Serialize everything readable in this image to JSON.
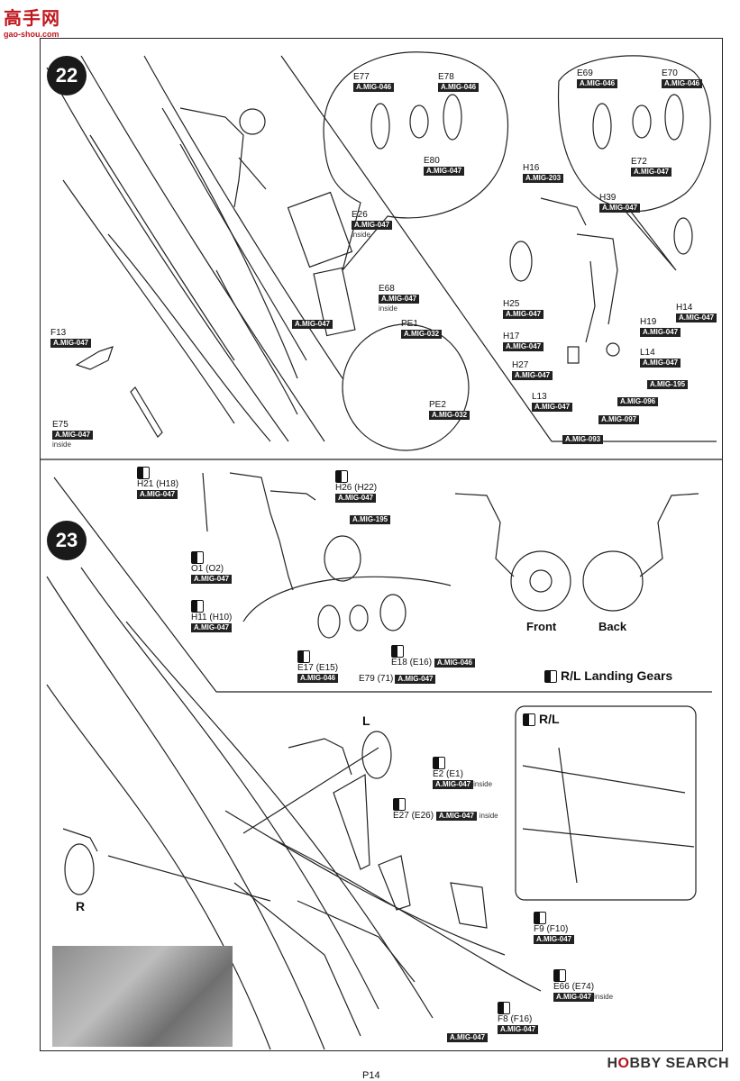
{
  "watermark": {
    "brand": "高手网",
    "url": "gao-shou.com"
  },
  "steps": {
    "s22": "22",
    "s23": "23"
  },
  "parts22": [
    {
      "id": "e77",
      "name": "E77",
      "code": "A.MIG-046"
    },
    {
      "id": "e78",
      "name": "E78",
      "code": "A.MIG-046"
    },
    {
      "id": "e80",
      "name": "E80",
      "code": "A.MIG-047"
    },
    {
      "id": "e69",
      "name": "E69",
      "code": "A.MIG-046"
    },
    {
      "id": "e70",
      "name": "E70",
      "code": "A.MIG-046"
    },
    {
      "id": "e72",
      "name": "E72",
      "code": "A.MIG-047"
    },
    {
      "id": "h16",
      "name": "H16",
      "code": "A.MIG-203"
    },
    {
      "id": "h39",
      "name": "H39",
      "code": "A.MIG-047"
    },
    {
      "id": "e26",
      "name": "E26",
      "code": "A.MIG-047",
      "note": "inside"
    },
    {
      "id": "e68",
      "name": "E68",
      "code": "A.MIG-047",
      "note": "inside"
    },
    {
      "id": "h25",
      "name": "H25",
      "code": "A.MIG-047"
    },
    {
      "id": "h14",
      "name": "H14",
      "code": "A.MIG-047"
    },
    {
      "id": "h19",
      "name": "H19",
      "code": "A.MIG-047"
    },
    {
      "id": "h17",
      "name": "H17",
      "code": "A.MIG-047"
    },
    {
      "id": "l14",
      "name": "L14",
      "code": "A.MIG-047"
    },
    {
      "id": "h27",
      "name": "H27",
      "code": "A.MIG-047"
    },
    {
      "id": "l13",
      "name": "L13",
      "code": "A.MIG-047"
    },
    {
      "id": "pe1",
      "name": "PE1",
      "code": "A.MIG-032"
    },
    {
      "id": "pe2",
      "name": "PE2",
      "code": "A.MIG-032"
    },
    {
      "id": "f13",
      "name": "F13",
      "code": "A.MIG-047"
    },
    {
      "id": "e75",
      "name": "E75",
      "code": "A.MIG-047",
      "note": "inside"
    }
  ],
  "loose_codes22": {
    "mig047_mid": "A.MIG-047",
    "mig195": "A.MIG-195",
    "mig096": "A.MIG-096",
    "mig097": "A.MIG-097",
    "mig093": "A.MIG-093"
  },
  "parts23": {
    "h21": {
      "name": "H21 (H18)",
      "code": "A.MIG-047"
    },
    "h26": {
      "name": "H26 (H22)",
      "code": "A.MIG-047"
    },
    "mig195": "A.MIG-195",
    "o1": {
      "name": "O1 (O2)",
      "code": "A.MIG-047"
    },
    "h11": {
      "name": "H11 (H10)",
      "code": "A.MIG-047"
    },
    "e18": {
      "name": "E18 (E16)",
      "code": "A.MIG-046"
    },
    "e17": {
      "name": "E17 (E15)",
      "code": "A.MIG-046"
    },
    "e79": {
      "name": "E79 (71)",
      "code": "A.MIG-047"
    },
    "e2": {
      "name": "E2 (E1)",
      "code": "A.MIG-047",
      "note": "inside"
    },
    "e27": {
      "name": "E27 (E26)",
      "code": "A.MIG-047",
      "note": "inside"
    },
    "f9": {
      "name": "F9 (F10)",
      "code": "A.MIG-047"
    },
    "e66": {
      "name": "E66 (E74)",
      "code": "A.MIG-047",
      "note": "inside"
    },
    "f8": {
      "name": "F8 (F16)",
      "code": "A.MIG-047"
    },
    "bottom_code": "A.MIG-047"
  },
  "labels": {
    "front": "Front",
    "back": "Back",
    "rl_gears": "R/L Landing Gears",
    "rl": "R/L",
    "left": "L",
    "right": "R"
  },
  "footer": {
    "page": "P14",
    "hobby_a": "H",
    "hobby_b": "O",
    "hobby_c": "BBY SEARCH"
  }
}
